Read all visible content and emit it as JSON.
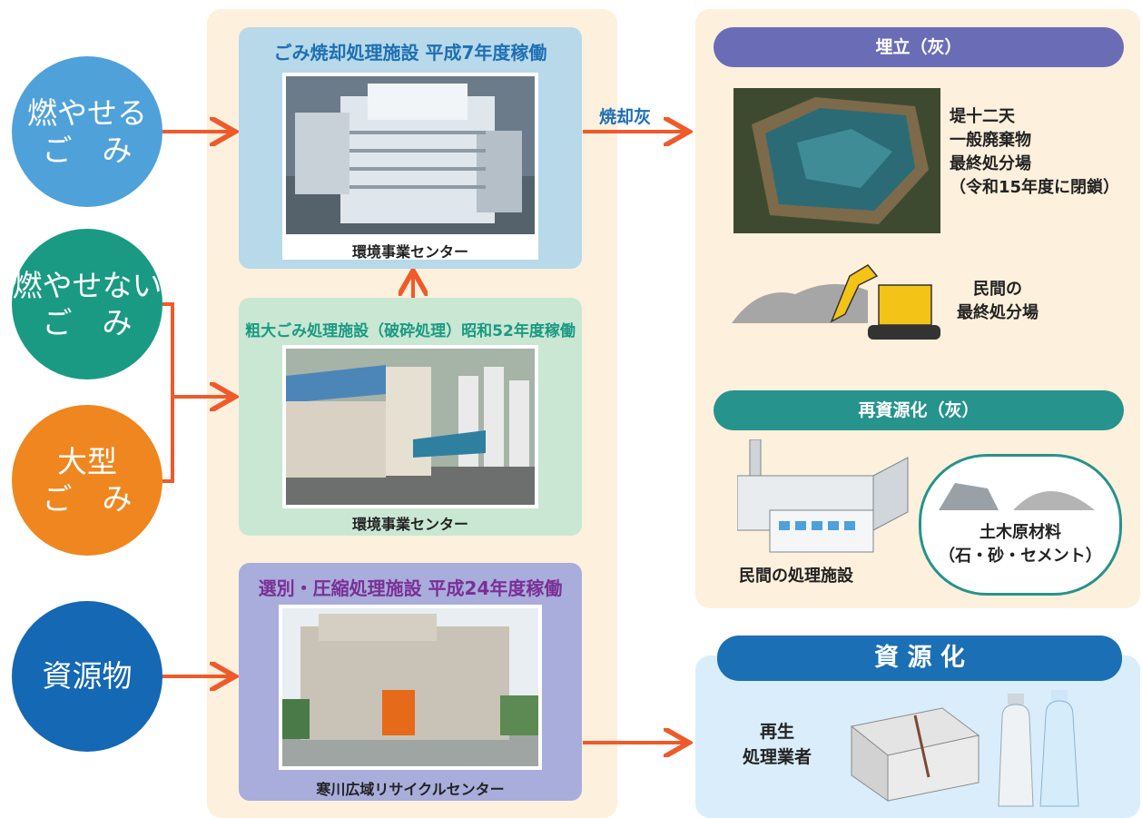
{
  "sources": {
    "burnable": "燃やせる\nご　み",
    "nonburnable": "燃やせない\nご　み",
    "oversized": "大型\nご　み",
    "recyclables": "資源物"
  },
  "facilities": {
    "incinerator": {
      "title": "ごみ焼却処理施設 平成7年度稼働",
      "caption": "環境事業センター"
    },
    "crusher": {
      "title": "粗大ごみ処理施設（破砕処理）昭和52年度稼働",
      "caption": "環境事業センター"
    },
    "sorting": {
      "title": "選別・圧縮処理施設 平成24年度稼働",
      "caption": "寒川広域リサイクルセンター"
    }
  },
  "arrow_label": "焼却灰",
  "landfill": {
    "header": "埋立（灰）",
    "site1": "堤十二天\n一般廃棄物\n最終処分場\n（令和15年度に閉鎖）",
    "site2": "民間の\n最終処分場"
  },
  "ash_recycle": {
    "header": "再資源化（灰）",
    "facility": "民間の処理施設",
    "material": "土木原材料\n（石・砂・セメント）"
  },
  "recycle": {
    "header": "資 源 化",
    "operator": "再生\n処理業者"
  },
  "colors": {
    "burnable": "#4fa1da",
    "nonburnable": "#1a9a83",
    "oversized": "#f0861f",
    "recyclables": "#1468b4",
    "arrow": "#ef5a2a",
    "center_bg": "#fdf0dc",
    "incinerator_bg": "#b7d9ea",
    "crusher_bg": "#c9e7d2",
    "sorting_bg": "#a9addb",
    "landfill_header": "#6a6cb6",
    "ash_header": "#26938c",
    "recycle_header": "#1b6fb4",
    "recycle_bg": "#d9eefa"
  }
}
